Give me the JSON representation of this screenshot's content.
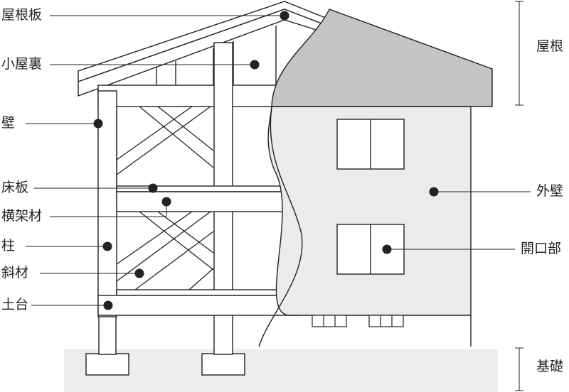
{
  "labels": {
    "roof_board": "屋根板",
    "attic": "小屋裏",
    "wall": "壁",
    "floor_board": "床板",
    "cross_beam": "横架材",
    "column": "柱",
    "brace": "斜材",
    "sill": "土台",
    "roof": "屋根",
    "exterior_wall": "外壁",
    "opening": "開口部",
    "foundation": "基礎"
  },
  "colors": {
    "line": "#222222",
    "roof_fill": "#c4c4c4",
    "wall_fill": "#ebebeb",
    "ground_fill": "#ededed",
    "dot": "#222222"
  }
}
